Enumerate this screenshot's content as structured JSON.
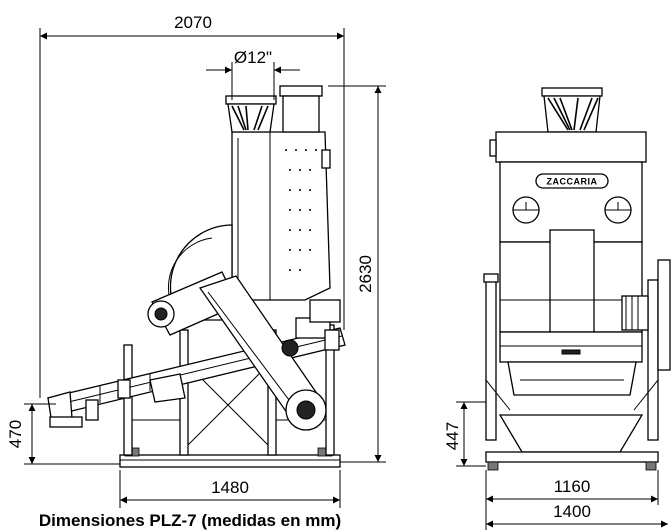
{
  "dimensions": {
    "total_width": "2070",
    "duct_diameter": "Ø12\"",
    "total_height": "2630",
    "outlet_height": "470",
    "base_length": "1480",
    "front_outlet_height": "447",
    "front_base_width": "1160",
    "front_total_width": "1400"
  },
  "brand_label": "ZACCARIA",
  "caption": "Dimensiones PLZ-7 (medidas en mm)"
}
